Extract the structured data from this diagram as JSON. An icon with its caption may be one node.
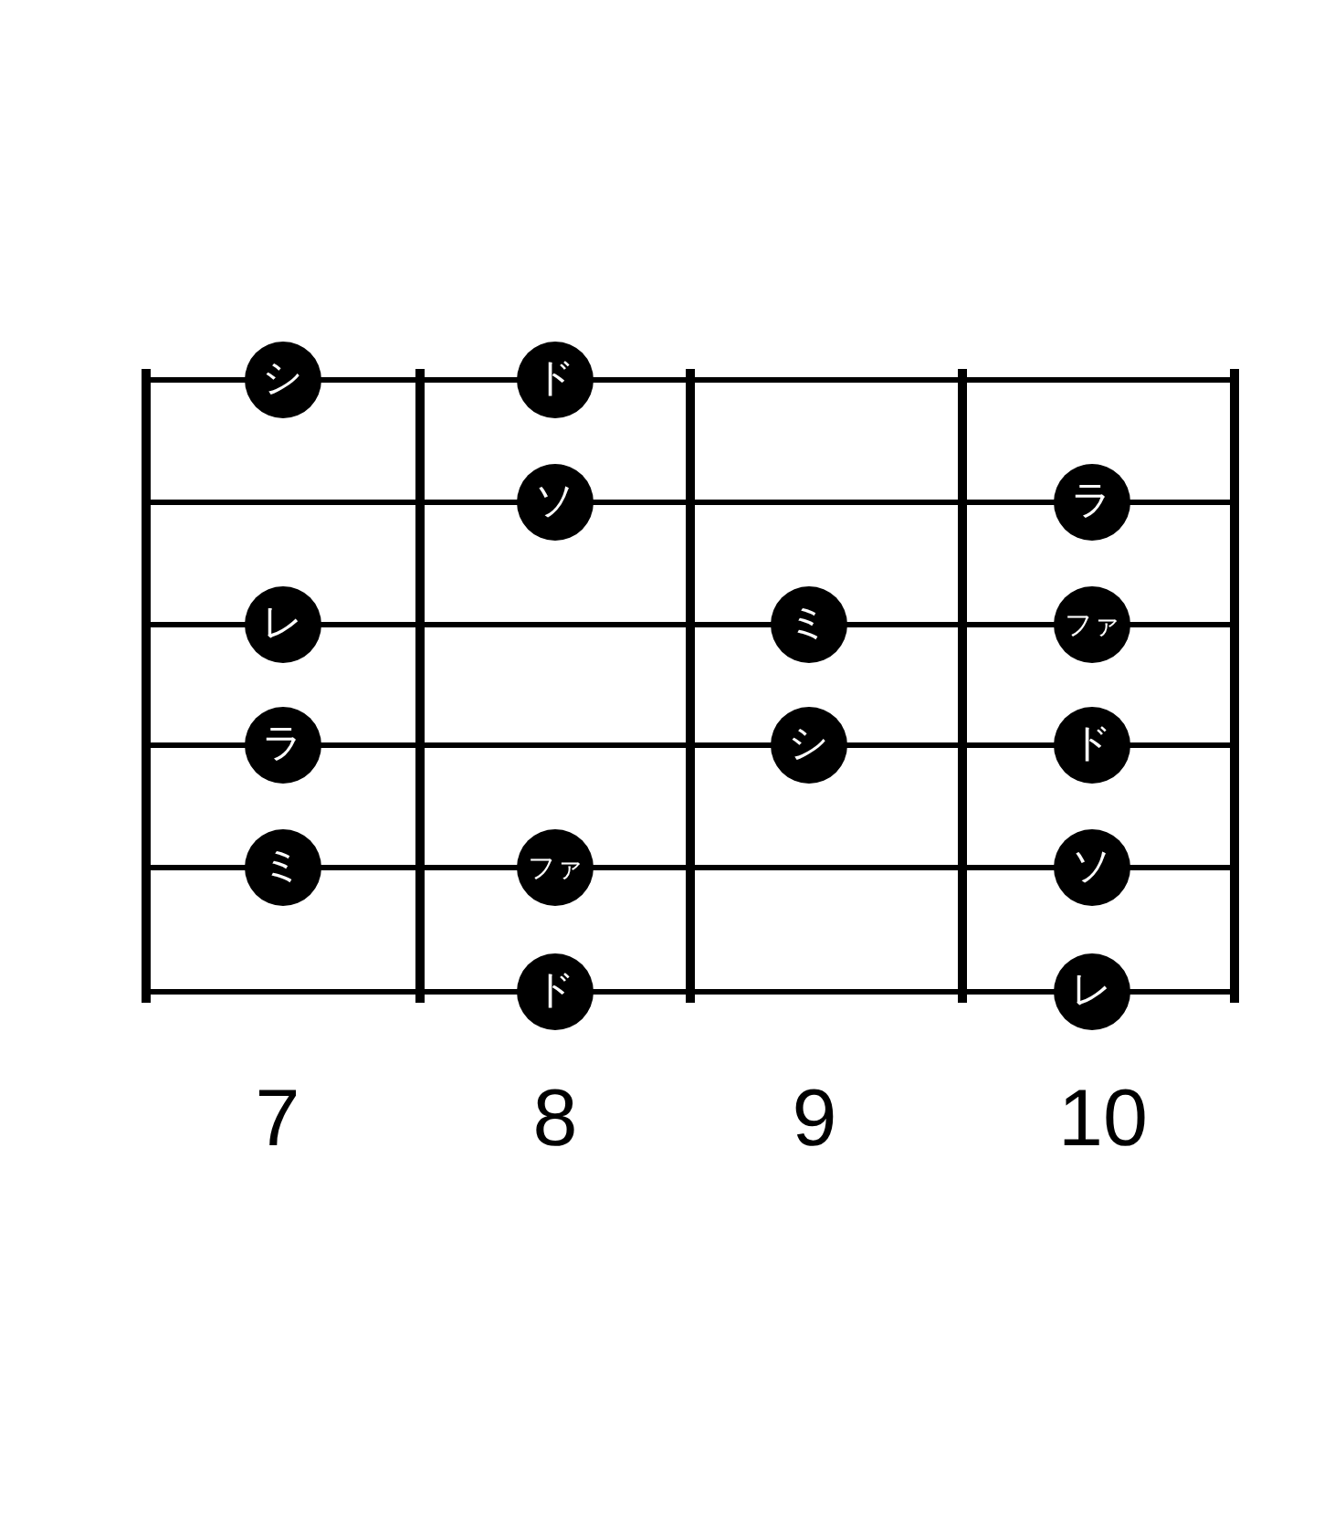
{
  "diagram": {
    "nodes": [
      {
        "text": [
          "シ"
        ]
      },
      {
        "text": [
          "ド"
        ]
      },
      {
        "text": [
          "ソ"
        ]
      },
      {
        "text": [
          "ラ"
        ]
      },
      {
        "text": [
          "レ"
        ]
      },
      {
        "text": [
          "ミ"
        ]
      },
      {
        "text": [
          "ファ"
        ]
      },
      {
        "text": [
          "ラ"
        ]
      },
      {
        "text": [
          "シ"
        ]
      },
      {
        "text": [
          "ド"
        ]
      },
      {
        "text": [
          "ミ"
        ]
      },
      {
        "text": [
          "ファ"
        ]
      },
      {
        "text": [
          "ソ"
        ]
      },
      {
        "text": [
          "ド"
        ]
      },
      {
        "text": [
          "レ"
        ]
      }
    ],
    "labels": [
      "7",
      "8",
      "9",
      "10"
    ]
  }
}
